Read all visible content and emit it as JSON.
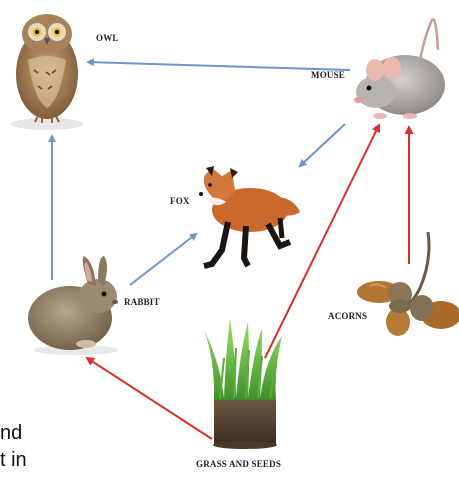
{
  "labels": {
    "owl": "OWL",
    "mouse": "MOUSE",
    "fox": "FOX",
    "rabbit": "RABBIT",
    "acorns": "ACORNS",
    "grass": "GRASS AND SEEDS"
  },
  "cut_text": {
    "line1": "nd",
    "line2": "t in"
  },
  "colors": {
    "consumer_arrow": "#6f94c8",
    "producer_arrow": "#d9302c"
  },
  "icons": [
    "owl-image",
    "mouse-image",
    "fox-image",
    "rabbit-image",
    "acorns-image",
    "grass-image"
  ]
}
